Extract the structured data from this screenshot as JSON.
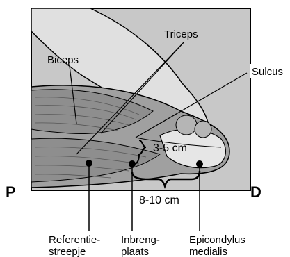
{
  "labels": {
    "biceps": "Biceps",
    "triceps": "Triceps",
    "sulcus": "Sulcus",
    "measure_short": "3-5 cm",
    "measure_long": "8-10 cm",
    "proximal": "P",
    "distal": "D",
    "reference_line_1": "Referentie-",
    "reference_line_2": "streepje",
    "insertion_1": "Inbreng-",
    "insertion_2": "plaats",
    "epicondyle_1": "Epicondylus",
    "epicondyle_2": "medialis"
  },
  "colors": {
    "frame_bg": "#c8c8c8",
    "skin": "#e0e0e0",
    "muscle": "#9a9a9a",
    "stroke": "#000000",
    "dot": "#000000"
  }
}
